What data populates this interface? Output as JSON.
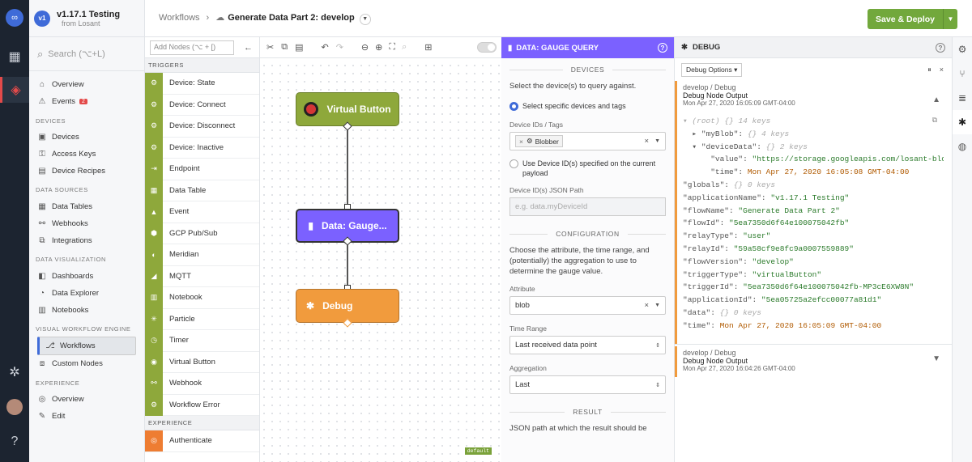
{
  "app": {
    "badge": "v1",
    "name": "v1.17.1 Testing",
    "from": "from Losant"
  },
  "sidebar": {
    "search_placeholder": "Search (⌥+L)",
    "overview": "Overview",
    "events": "Events",
    "events_count": "2",
    "sections": {
      "devices": "DEVICES",
      "data_sources": "DATA SOURCES",
      "data_visualization": "DATA VISUALIZATION",
      "visual_workflow_engine": "VISUAL WORKFLOW ENGINE",
      "experience": "EXPERIENCE"
    },
    "devices_items": [
      "Devices",
      "Access Keys",
      "Device Recipes"
    ],
    "data_sources_items": [
      "Data Tables",
      "Webhooks",
      "Integrations"
    ],
    "data_viz_items": [
      "Dashboards",
      "Data Explorer",
      "Notebooks"
    ],
    "workflow_items": [
      "Workflows",
      "Custom Nodes"
    ],
    "experience_items": [
      "Overview",
      "Edit"
    ]
  },
  "topbar": {
    "workflows": "Workflows",
    "flow_name": "Generate Data Part 2: develop",
    "deploy": "Save & Deploy"
  },
  "palette": {
    "search_placeholder": "Add Nodes (⌥ + [)",
    "triggers_label": "TRIGGERS",
    "experience_label": "EXPERIENCE",
    "triggers": [
      "Device: State",
      "Device: Connect",
      "Device: Disconnect",
      "Device: Inactive",
      "Endpoint",
      "Data Table",
      "Event",
      "GCP Pub/Sub",
      "Meridian",
      "MQTT",
      "Notebook",
      "Particle",
      "Timer",
      "Virtual Button",
      "Webhook",
      "Workflow Error"
    ],
    "experience": [
      "Authenticate"
    ]
  },
  "canvas": {
    "nodes": {
      "virtual_button": "Virtual Button",
      "gauge": "Data: Gauge...",
      "debug": "Debug"
    },
    "default_tag": "default"
  },
  "config": {
    "title": "DATA: GAUGE QUERY",
    "devices_section": "DEVICES",
    "devices_help": "Select the device(s) to query against.",
    "radio_specific": "Select specific devices and tags",
    "device_ids_label": "Device IDs / Tags",
    "tag_value": "Blobber",
    "radio_payload": "Use Device ID(s) specified on the current payload",
    "json_path_label": "Device ID(s) JSON Path",
    "json_path_placeholder": "e.g. data.myDeviceId",
    "configuration_section": "CONFIGURATION",
    "configuration_help": "Choose the attribute, the time range, and (potentially) the aggregation to use to determine the gauge value.",
    "attribute_label": "Attribute",
    "attribute_value": "blob",
    "time_range_label": "Time Range",
    "time_range_value": "Last received data point",
    "aggregation_label": "Aggregation",
    "aggregation_value": "Last",
    "result_section": "RESULT",
    "result_help": "JSON path at which the result should be"
  },
  "debug": {
    "title": "DEBUG",
    "options": "Debug Options",
    "msg1": {
      "path": "develop / Debug",
      "title": "Debug Node Output",
      "time": "Mon Apr 27, 2020 16:05:09 GMT-04:00"
    },
    "msg2": {
      "path": "develop / Debug",
      "title": "Debug Node Output",
      "time": "Mon Apr 27, 2020 16:04:26 GMT-04:00"
    },
    "json": {
      "root": "(root)",
      "root_meta": "{} 14 keys",
      "myBlob": "\"myBlob\":",
      "myBlob_meta": "{} 4 keys",
      "deviceData": "\"deviceData\":",
      "deviceData_meta": "{} 2 keys",
      "value_key": "\"value\":",
      "value_val": "\"https://storage.googleapis.com/losant-blob",
      "time_key": "\"time\":",
      "time_val": "Mon Apr 27, 2020 16:05:08 GMT-04:00",
      "globals": "\"globals\":",
      "globals_meta": "{} 0 keys",
      "applicationName_k": "\"applicationName\":",
      "applicationName_v": "\"v1.17.1 Testing\"",
      "flowName_k": "\"flowName\":",
      "flowName_v": "\"Generate Data Part 2\"",
      "flowId_k": "\"flowId\":",
      "flowId_v": "\"5ea7350d6f64e100075042fb\"",
      "relayType_k": "\"relayType\":",
      "relayType_v": "\"user\"",
      "relayId_k": "\"relayId\":",
      "relayId_v": "\"59a58cf9e8fc9a0007559889\"",
      "flowVersion_k": "\"flowVersion\":",
      "flowVersion_v": "\"develop\"",
      "triggerType_k": "\"triggerType\":",
      "triggerType_v": "\"virtualButton\"",
      "triggerId_k": "\"triggerId\":",
      "triggerId_v": "\"5ea7350d6f64e100075042fb-MP3cE6XW8N\"",
      "applicationId_k": "\"applicationId\":",
      "applicationId_v": "\"5ea05725a2efcc00077a81d1\"",
      "data_k": "\"data\":",
      "data_meta": "{} 0 keys",
      "time2_k": "\"time\":",
      "time2_v": "Mon Apr 27, 2020 16:05:09 GMT-04:00"
    }
  },
  "colors": {
    "accent": "#3f6bd8",
    "trigger_green": "#8ea83b",
    "gauge_purple": "#7b61ff",
    "debug_orange": "#f19b3d",
    "deploy_green": "#72a83c"
  }
}
